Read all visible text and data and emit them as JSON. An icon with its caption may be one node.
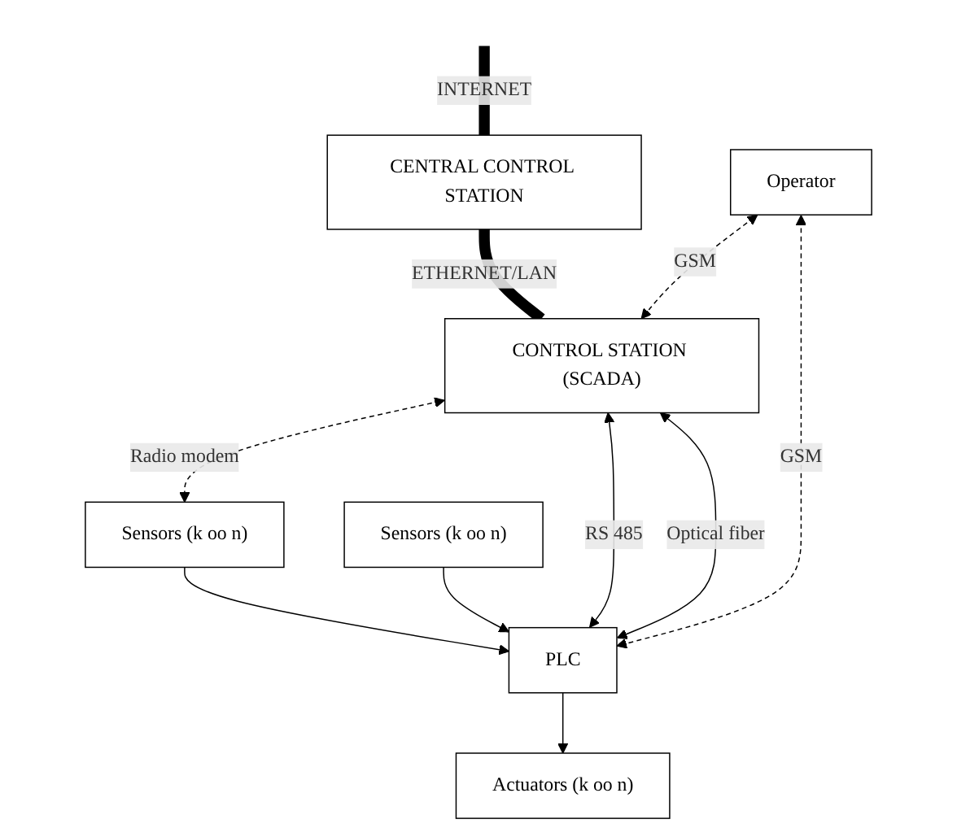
{
  "diagram": {
    "nodes": [
      {
        "text": [
          "CENTRAL CONTROL STATION"
        ]
      },
      {
        "text": [
          "Operator"
        ]
      },
      {
        "text": [
          "CONTROL STATION (SCADA)"
        ]
      },
      {
        "text": [
          "PLC"
        ]
      },
      {
        "text": [
          "Sensors (k oo n)"
        ]
      },
      {
        "text": [
          "Sensors (k oo n)"
        ]
      },
      {
        "text": [
          "Actuators (k oo n)"
        ]
      }
    ],
    "edges": [
      {
        "from": null,
        "to": 0,
        "arrow": "none",
        "label": "INTERNET",
        "style": "thick"
      },
      {
        "from": 0,
        "to": 2,
        "arrow": "none",
        "label": "ETHERNET/LAN",
        "style": "thick"
      },
      {
        "from": 1,
        "to": 2,
        "arrow": "both",
        "label": "GSM",
        "style": "dashed"
      },
      {
        "from": 1,
        "to": 3,
        "arrow": "both",
        "label": "GSM",
        "style": "dashed"
      },
      {
        "from": 3,
        "to": 2,
        "arrow": "both",
        "label": "RS 485"
      },
      {
        "from": 3,
        "to": 2,
        "arrow": "both",
        "label": "Optical fiber"
      },
      {
        "from": 2,
        "to": 4,
        "arrow": "both",
        "label": "Radio modem",
        "style": "dashed"
      },
      {
        "from": 4,
        "to": 3,
        "arrow": "to"
      },
      {
        "from": 5,
        "to": 3,
        "arrow": "to"
      },
      {
        "from": 3,
        "to": 6,
        "arrow": "to"
      }
    ]
  }
}
